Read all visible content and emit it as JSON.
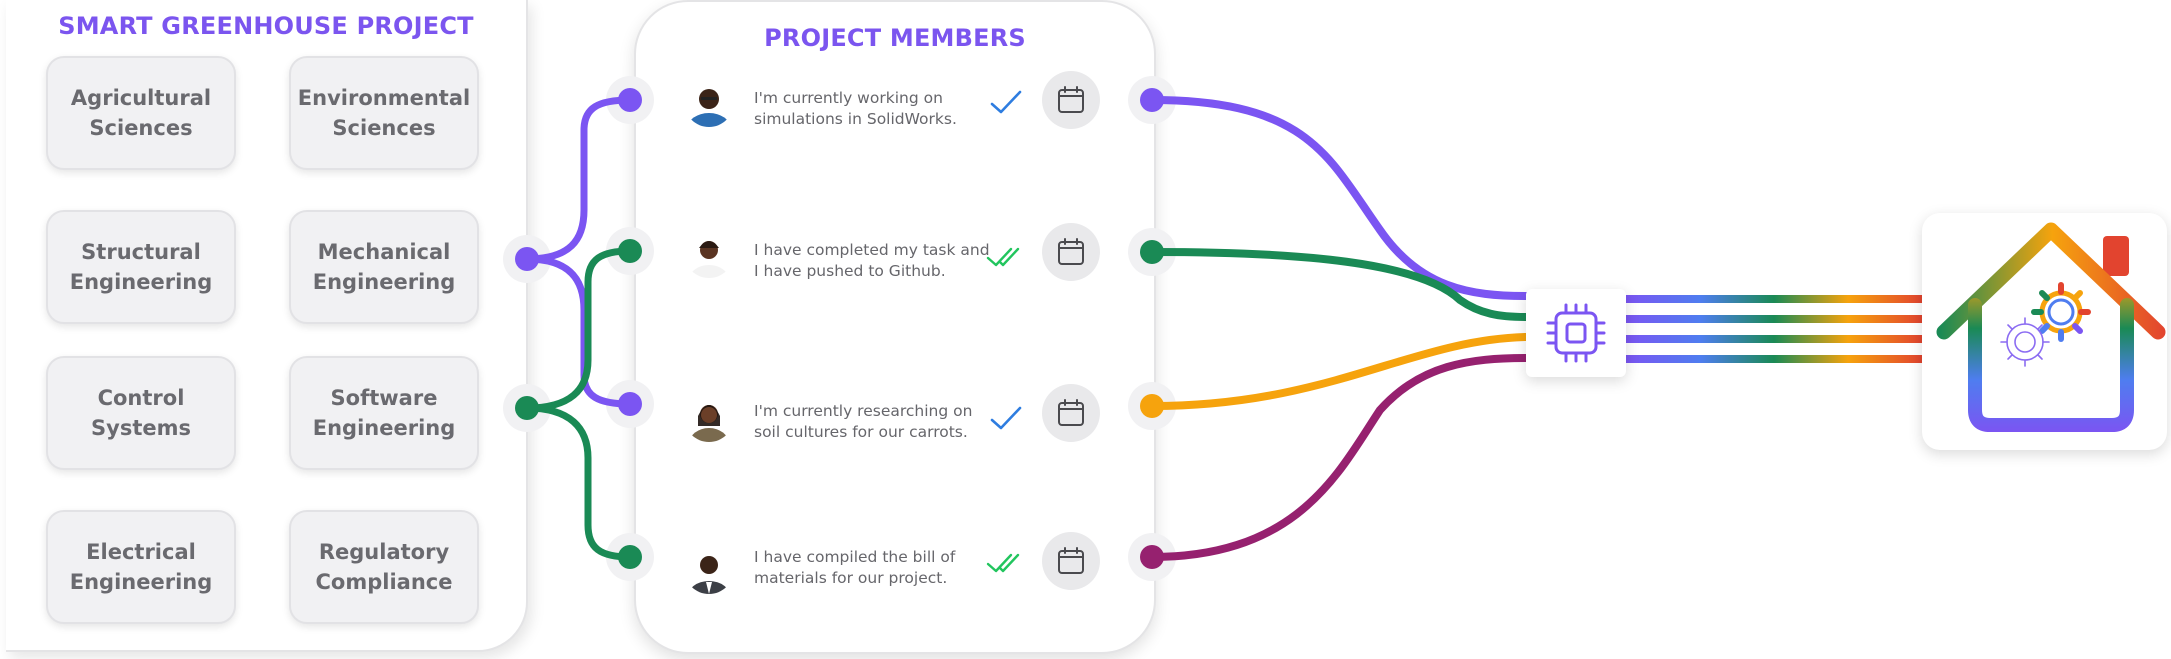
{
  "left_panel": {
    "title": "SMART GREENHOUSE PROJECT",
    "skills": [
      {
        "label": "Agricultural\nSciences"
      },
      {
        "label": "Environmental\nSciences"
      },
      {
        "label": "Structural\nEngineering"
      },
      {
        "label": "Mechanical\nEngineering"
      },
      {
        "label": "Control\nSystems"
      },
      {
        "label": "Software\nEngineering"
      },
      {
        "label": "Electrical\nEngineering"
      },
      {
        "label": "Regulatory\nCompliance"
      }
    ]
  },
  "members_panel": {
    "title": "PROJECT MEMBERS",
    "members": [
      {
        "message": "I'm currently working on\nsimulations in SolidWorks.",
        "status": "single-check",
        "wire_color": "#7b55f2"
      },
      {
        "message": "I have completed my task and\nI  have pushed to Github.",
        "status": "double-check",
        "wire_color": "#1a8a55"
      },
      {
        "message": "I'm currently researching on\nsoil cultures for our carrots.",
        "status": "single-check",
        "wire_color": "#f6a30d"
      },
      {
        "message": "I have compiled the bill of\nmaterials for our project.",
        "status": "double-check",
        "wire_color": "#96216f"
      }
    ]
  },
  "colors": {
    "title": "#7b55ef",
    "purple": "#7b55f2",
    "green": "#1a8a55",
    "orange": "#f6a30d",
    "magenta": "#96216f",
    "blue_check": "#2e7de0",
    "green_check": "#22c55e"
  },
  "icons": {
    "chip": "chip-icon",
    "house": "smart-house-icon",
    "calendar": "calendar-icon"
  }
}
